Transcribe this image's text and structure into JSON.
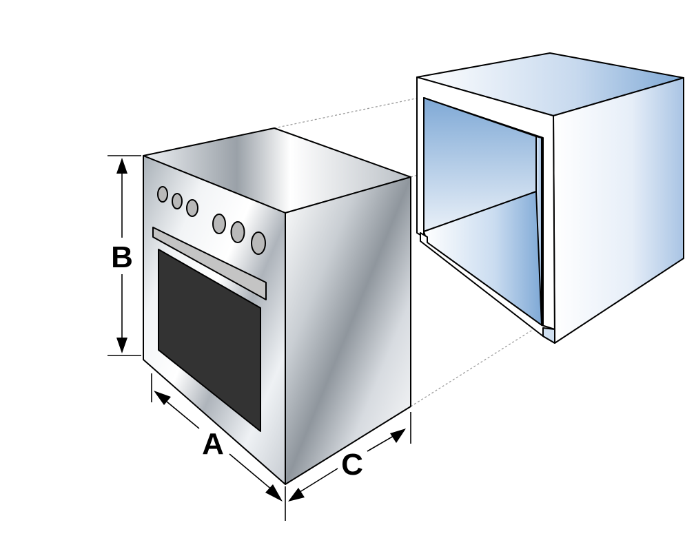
{
  "labels": {
    "width": "A",
    "height": "B",
    "depth": "C"
  },
  "colors": {
    "outline": "#000000",
    "oven_window": "#333333",
    "knob_fill": "#b9b9b9",
    "cabinet_blue": "#7fa9d6",
    "guide_line": "#999999"
  },
  "knob_count": 6
}
